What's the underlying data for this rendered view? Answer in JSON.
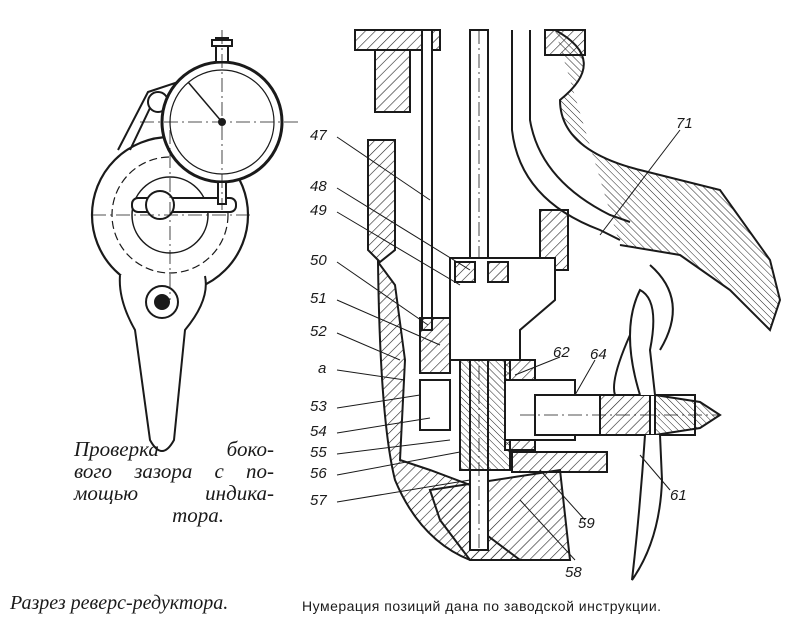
{
  "captions": {
    "indicator_check_lines": [
      "Проверка боко-",
      "вого зазора с по-",
      "мощью индика-",
      "тора."
    ],
    "figure_title": "Разрез реверс-редуктора.",
    "figure_note": "Нумерация позиций дана по заводской инструкции."
  },
  "labels": {
    "l47": "47",
    "l48": "48",
    "l49": "49",
    "l50": "50",
    "l51": "51",
    "l52": "52",
    "la": "a",
    "l53": "53",
    "l54": "54",
    "l55": "55",
    "l56": "56",
    "l57": "57",
    "l58": "58",
    "l59": "59",
    "l61": "61",
    "l62": "62",
    "l64": "64",
    "l71": "71"
  }
}
